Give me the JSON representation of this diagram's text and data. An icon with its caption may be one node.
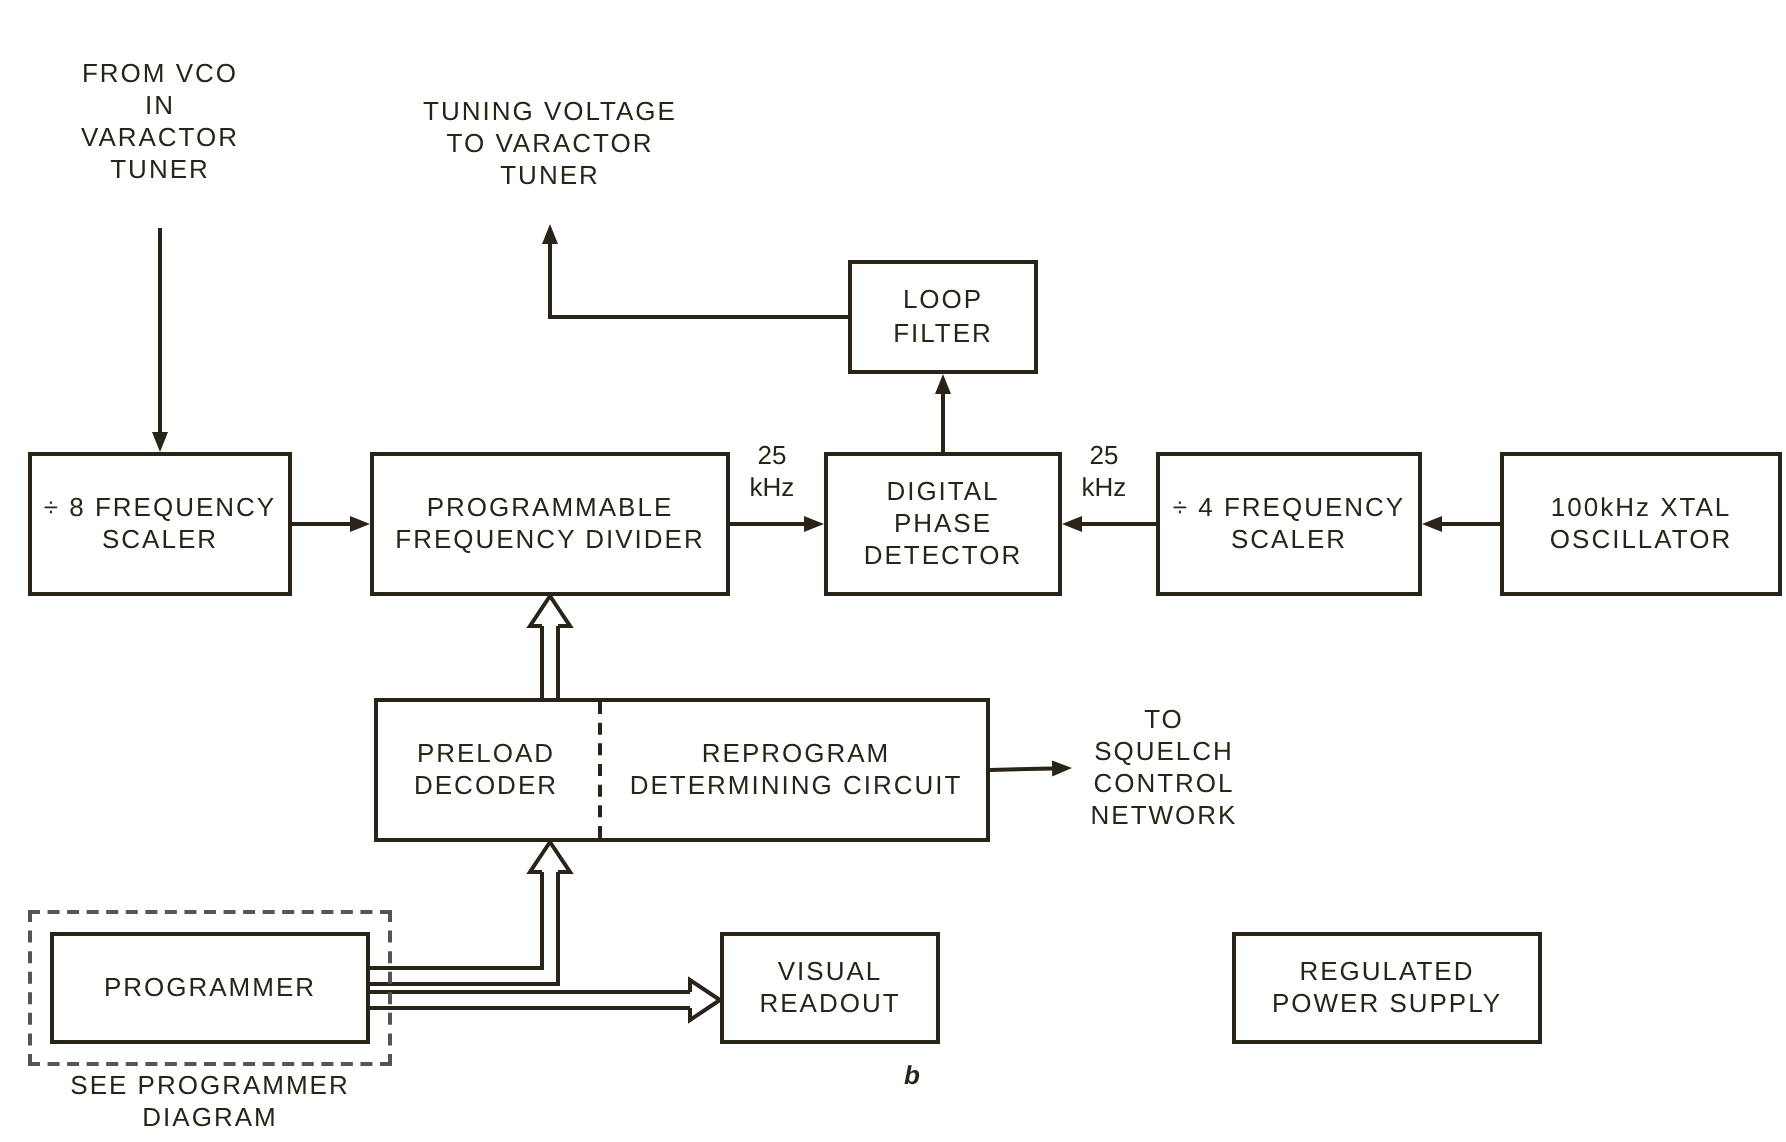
{
  "diagram": {
    "nodes": [
      {
        "text": [
          "FROM VCO IN VARACTOR TUNER"
        ]
      },
      {
        "text": [
          "TUNING VOLTAGE TO VARACTOR TUNER"
        ]
      },
      {
        "text": [
          "LOOP FILTER"
        ]
      },
      {
        "text": [
          "÷ 8 FREQUENCY SCALER"
        ]
      },
      {
        "text": [
          "PROGRAMMABLE FREQUENCY DIVIDER"
        ]
      },
      {
        "text": [
          "DIGITAL PHASE DETECTOR"
        ]
      },
      {
        "text": [
          "÷ 4 FREQUENCY SCALER"
        ]
      },
      {
        "text": [
          "100kHz XTAL OSCILLATOR"
        ]
      },
      {
        "text": [
          "PRELOAD DECODER",
          "REPROGRAM DETERMINING CIRCUIT"
        ]
      },
      {
        "text": [
          "TO SQUELCH CONTROL NETWORK"
        ]
      },
      {
        "text": [],
        "shape": "box",
        "beside": [
          "SEE PROGRAMMER DIAGRAM"
        ]
      },
      {
        "text": [
          "PROGRAMMER"
        ],
        "in": 10
      },
      {
        "text": [
          "VISUAL READOUT"
        ]
      },
      {
        "text": [
          "REGULATED POWER SUPPLY"
        ]
      }
    ],
    "edges": [
      {
        "from": 0,
        "to": 3,
        "arrow": "to"
      },
      {
        "from": 3,
        "to": 4,
        "arrow": "to"
      },
      {
        "from": 4,
        "to": 5,
        "arrow": "to",
        "label": "25 kHz"
      },
      {
        "from": 6,
        "to": 5,
        "arrow": "to",
        "label": "25 kHz"
      },
      {
        "from": 7,
        "to": 6,
        "arrow": "to"
      },
      {
        "from": 5,
        "to": 2,
        "arrow": "to"
      },
      {
        "from": 2,
        "to": 1,
        "arrow": "to"
      },
      {
        "from": 8,
        "to": 4,
        "arrow": "to",
        "style": "thick"
      },
      {
        "from": 8,
        "to": 9,
        "arrow": "to"
      },
      {
        "from": 11,
        "to": 8,
        "arrow": "to",
        "style": "thick"
      },
      {
        "from": 11,
        "to": 12,
        "arrow": "to",
        "style": "thick"
      }
    ],
    "labels": [
      "b"
    ]
  }
}
